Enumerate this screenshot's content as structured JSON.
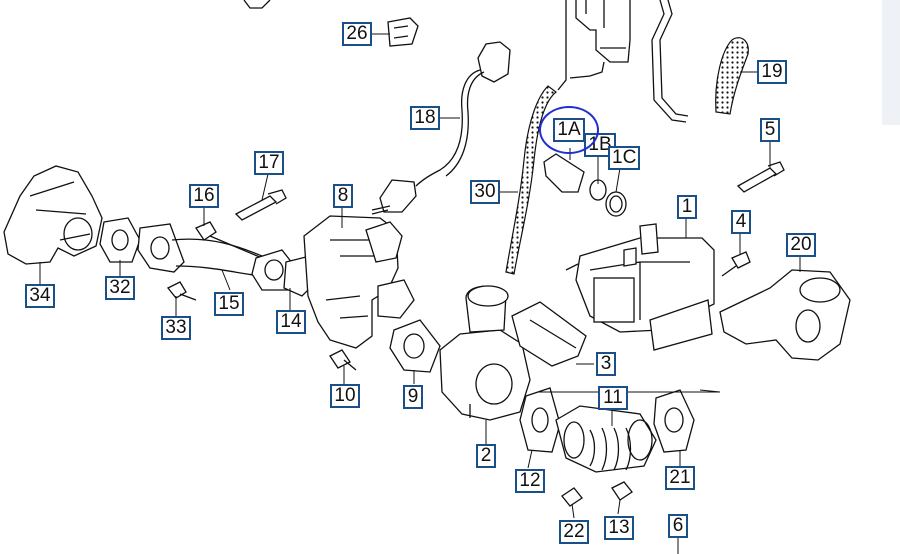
{
  "diagram": {
    "callouts": [
      {
        "id": "26",
        "label": "26"
      },
      {
        "id": "19",
        "label": "19"
      },
      {
        "id": "18",
        "label": "18"
      },
      {
        "id": "1A",
        "label": "1A"
      },
      {
        "id": "1B",
        "label": "1B"
      },
      {
        "id": "1C",
        "label": "1C"
      },
      {
        "id": "5",
        "label": "5"
      },
      {
        "id": "17",
        "label": "17"
      },
      {
        "id": "16",
        "label": "16"
      },
      {
        "id": "8",
        "label": "8"
      },
      {
        "id": "30",
        "label": "30"
      },
      {
        "id": "1",
        "label": "1"
      },
      {
        "id": "4",
        "label": "4"
      },
      {
        "id": "20",
        "label": "20"
      },
      {
        "id": "34",
        "label": "34"
      },
      {
        "id": "32",
        "label": "32"
      },
      {
        "id": "15",
        "label": "15"
      },
      {
        "id": "14",
        "label": "14"
      },
      {
        "id": "33",
        "label": "33"
      },
      {
        "id": "3",
        "label": "3"
      },
      {
        "id": "10",
        "label": "10"
      },
      {
        "id": "9",
        "label": "9"
      },
      {
        "id": "11",
        "label": "11"
      },
      {
        "id": "2",
        "label": "2"
      },
      {
        "id": "12",
        "label": "12"
      },
      {
        "id": "21",
        "label": "21"
      },
      {
        "id": "22",
        "label": "22"
      },
      {
        "id": "13",
        "label": "13"
      },
      {
        "id": "6",
        "label": "6"
      }
    ],
    "highlight": {
      "target": "1A",
      "color": "#1f2fd0"
    },
    "colors": {
      "callout_border": "#1b4f8a",
      "line": "#111111",
      "background": "#ffffff"
    }
  }
}
